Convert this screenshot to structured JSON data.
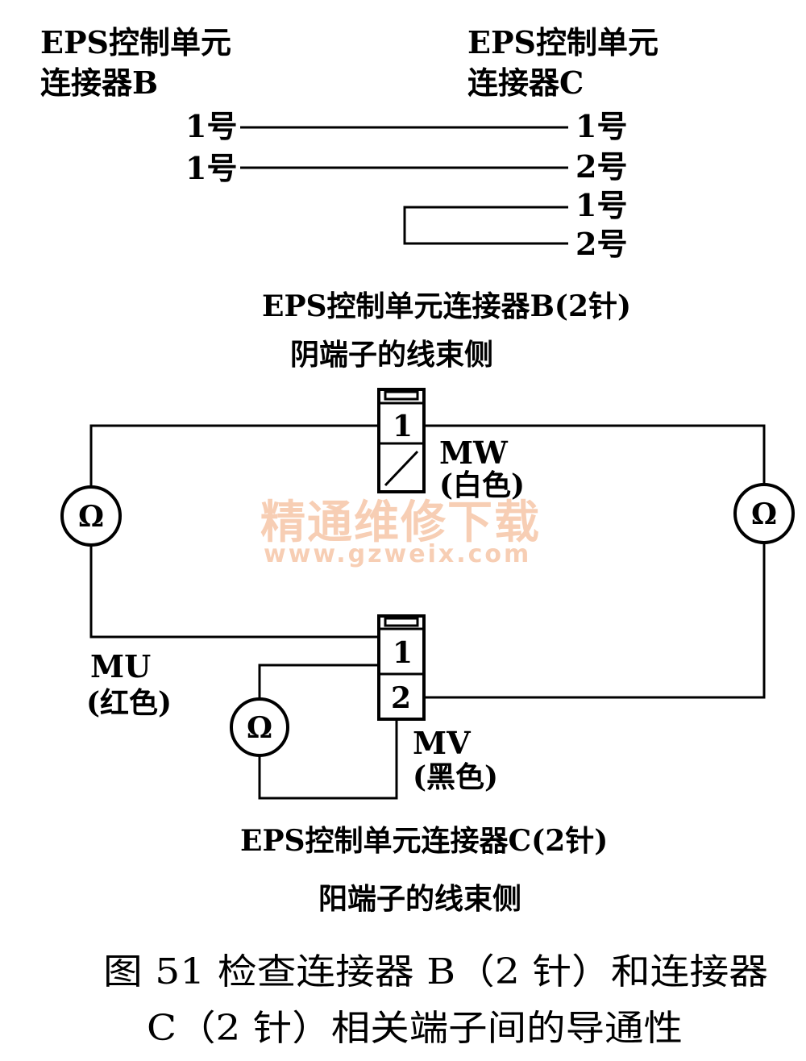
{
  "top": {
    "connector_b_line1": "EPS控制单元",
    "connector_b_line2": "连接器B",
    "connector_c_line1": "EPS控制单元",
    "connector_c_line2": "连接器C",
    "rows": [
      {
        "left": "1号",
        "right": "1号"
      },
      {
        "left": "1号",
        "right": "2号"
      }
    ],
    "jumper": {
      "right_top": "1号",
      "right_bottom": "2号"
    }
  },
  "connector_b": {
    "title": "EPS控制单元连接器B(2针)",
    "subtitle": "阴端子的线束侧",
    "pin1": "1",
    "wire_name": "MW",
    "wire_color": "(白色)"
  },
  "connector_c": {
    "title": "EPS控制单元连接器C(2针)",
    "subtitle": "阳端子的线束侧",
    "pin1": "1",
    "pin2": "2",
    "wire_mu_name": "MU",
    "wire_mu_color": "(红色)",
    "wire_mv_name": "MV",
    "wire_mv_color": "(黑色)"
  },
  "meters": {
    "symbol": "Ω"
  },
  "watermark": {
    "text_cn": "精通维修下载",
    "url": "www.gzweix.com"
  },
  "caption": {
    "line1": "图 51   检查连接器 B（2 针）和连接器",
    "line2": "C（2 针）相关端子间的导通性"
  }
}
